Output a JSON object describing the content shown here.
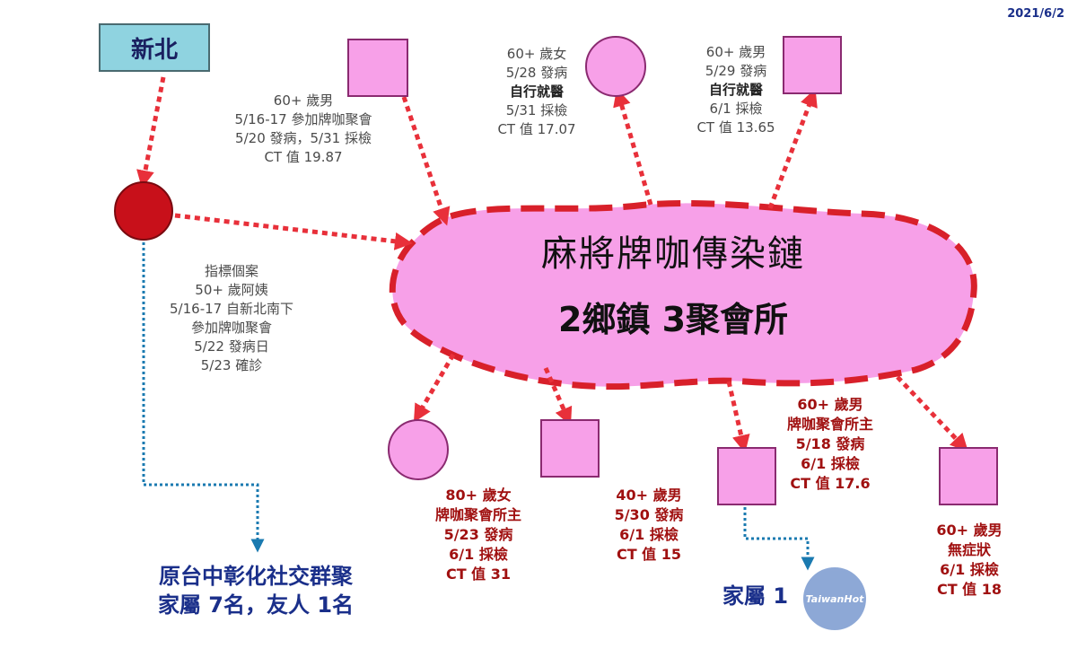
{
  "date": "2021/6/2",
  "origin_label": "新北",
  "title": {
    "line1": "麻將牌咖傳染鏈",
    "line2": "2鄉鎮 3聚會所"
  },
  "index_case": {
    "lines": [
      "指標個案",
      "50+ 歲阿姨",
      "5/16-17 自新北南下",
      "參加牌咖聚會",
      "5/22 發病日",
      "5/23 確診"
    ]
  },
  "case_male_60_a": {
    "lines": [
      "60+ 歲男",
      "5/16-17 參加牌咖聚會",
      "5/20 發病，5/31 採檢",
      "CT 值 19.87"
    ]
  },
  "case_female_60": {
    "lines": [
      "60+ 歲女",
      "5/28 發病",
      "自行就醫",
      "5/31 採檢",
      "CT 值 17.07"
    ]
  },
  "case_male_60_b": {
    "lines": [
      "60+ 歲男",
      "5/29 發病",
      "自行就醫",
      "6/1 採檢",
      "CT 值 13.65"
    ]
  },
  "case_female_80": {
    "lines": [
      "80+ 歲女",
      "牌咖聚會所主",
      "5/23 發病",
      "6/1 採檢",
      "CT 值 31"
    ]
  },
  "case_male_40": {
    "lines": [
      "40+ 歲男",
      "5/30 發病",
      "6/1 採檢",
      "CT 值 15"
    ]
  },
  "case_male_60_host": {
    "lines": [
      "60+ 歲男",
      "牌咖聚會所主",
      "5/18 發病",
      "6/1 採檢",
      "CT 值 17.6"
    ]
  },
  "case_male_60_asym": {
    "lines": [
      "60+ 歲男",
      "無症狀",
      "6/1 採檢",
      "CT 值 18"
    ]
  },
  "cluster_taichung": {
    "lines": [
      "原台中彰化社交群聚",
      "家屬 7名，友人 1名"
    ]
  },
  "family_note": "家屬 1",
  "watermark": "TaiwanHot"
}
